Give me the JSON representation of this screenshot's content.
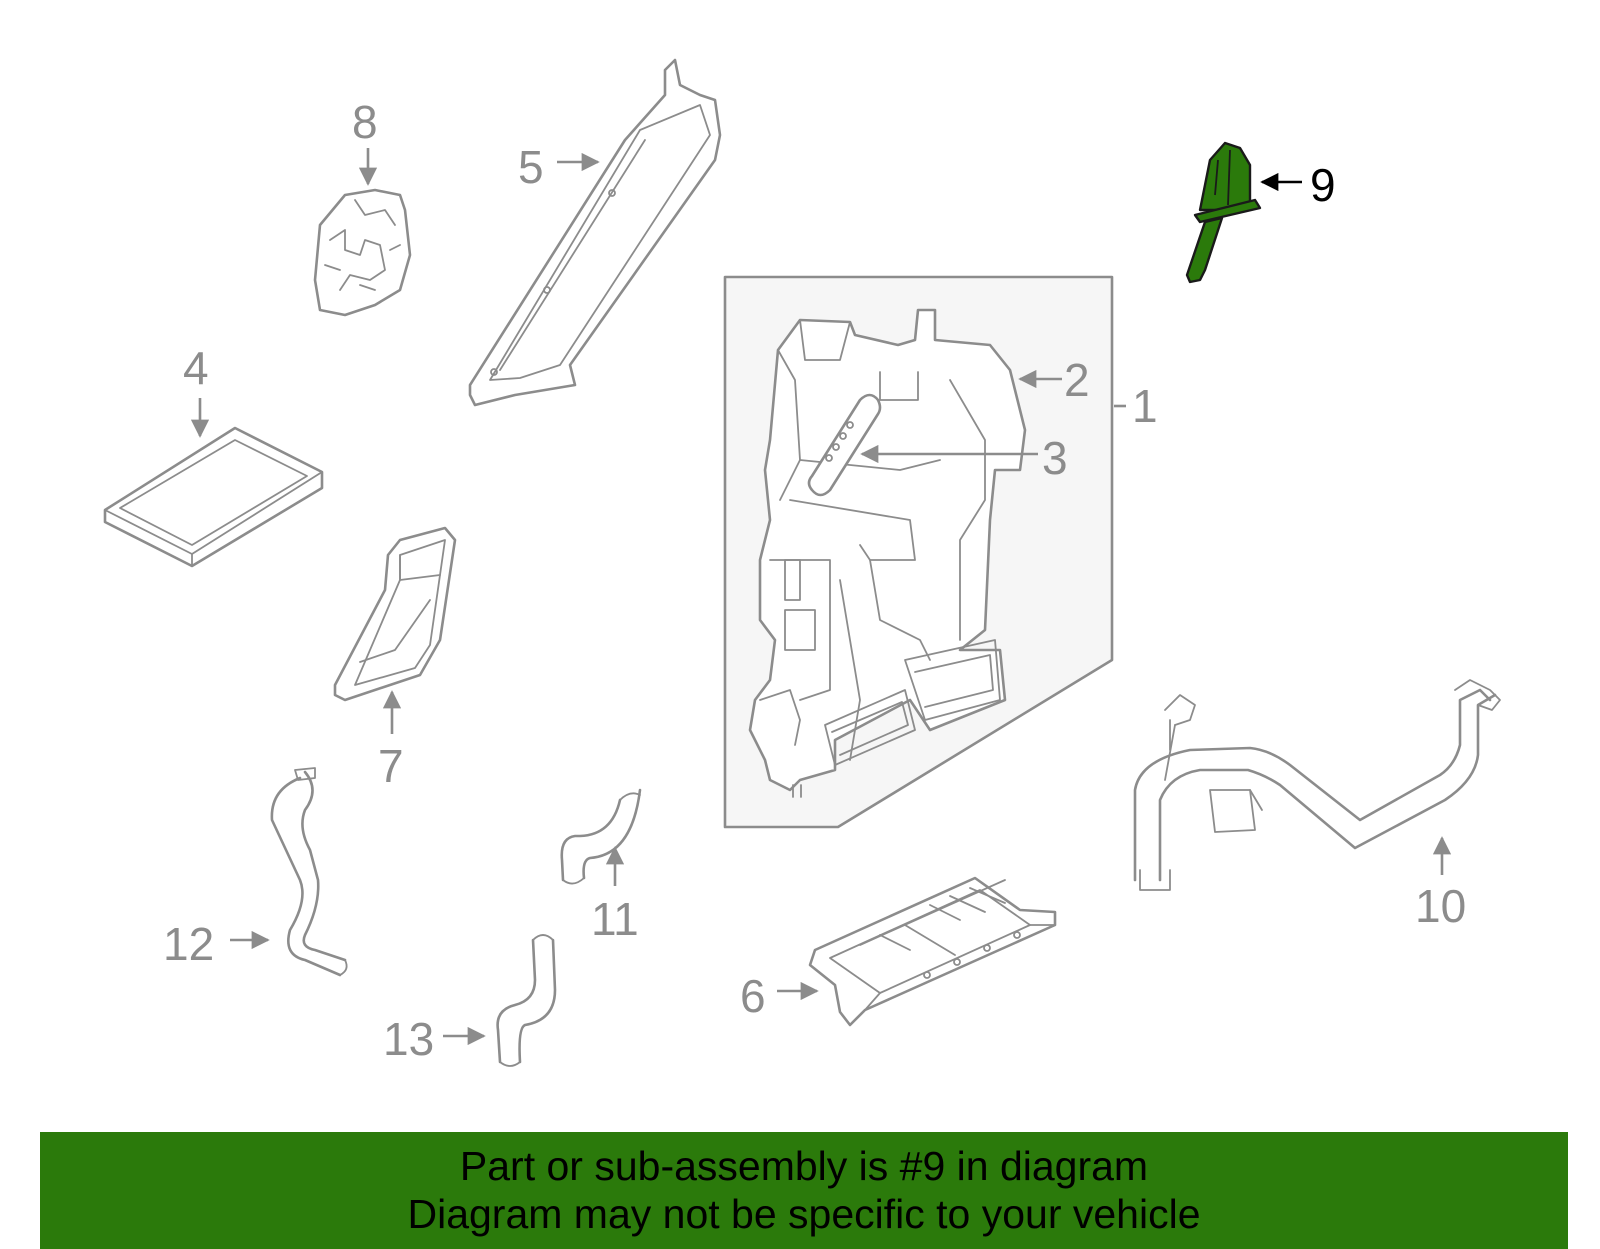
{
  "diagram": {
    "callouts": [
      "1",
      "2",
      "3",
      "4",
      "5",
      "6",
      "7",
      "8",
      "9",
      "10",
      "11",
      "12",
      "13"
    ],
    "highlighted_callout": "9",
    "colors": {
      "line": "#8c8c8c",
      "highlight": "#2b7a0b",
      "banner": "#2b7a0b",
      "text": "#000000"
    }
  },
  "banner": {
    "line1": "Part or sub-assembly is #9 in diagram",
    "line2": "Diagram may not be specific to your vehicle"
  }
}
